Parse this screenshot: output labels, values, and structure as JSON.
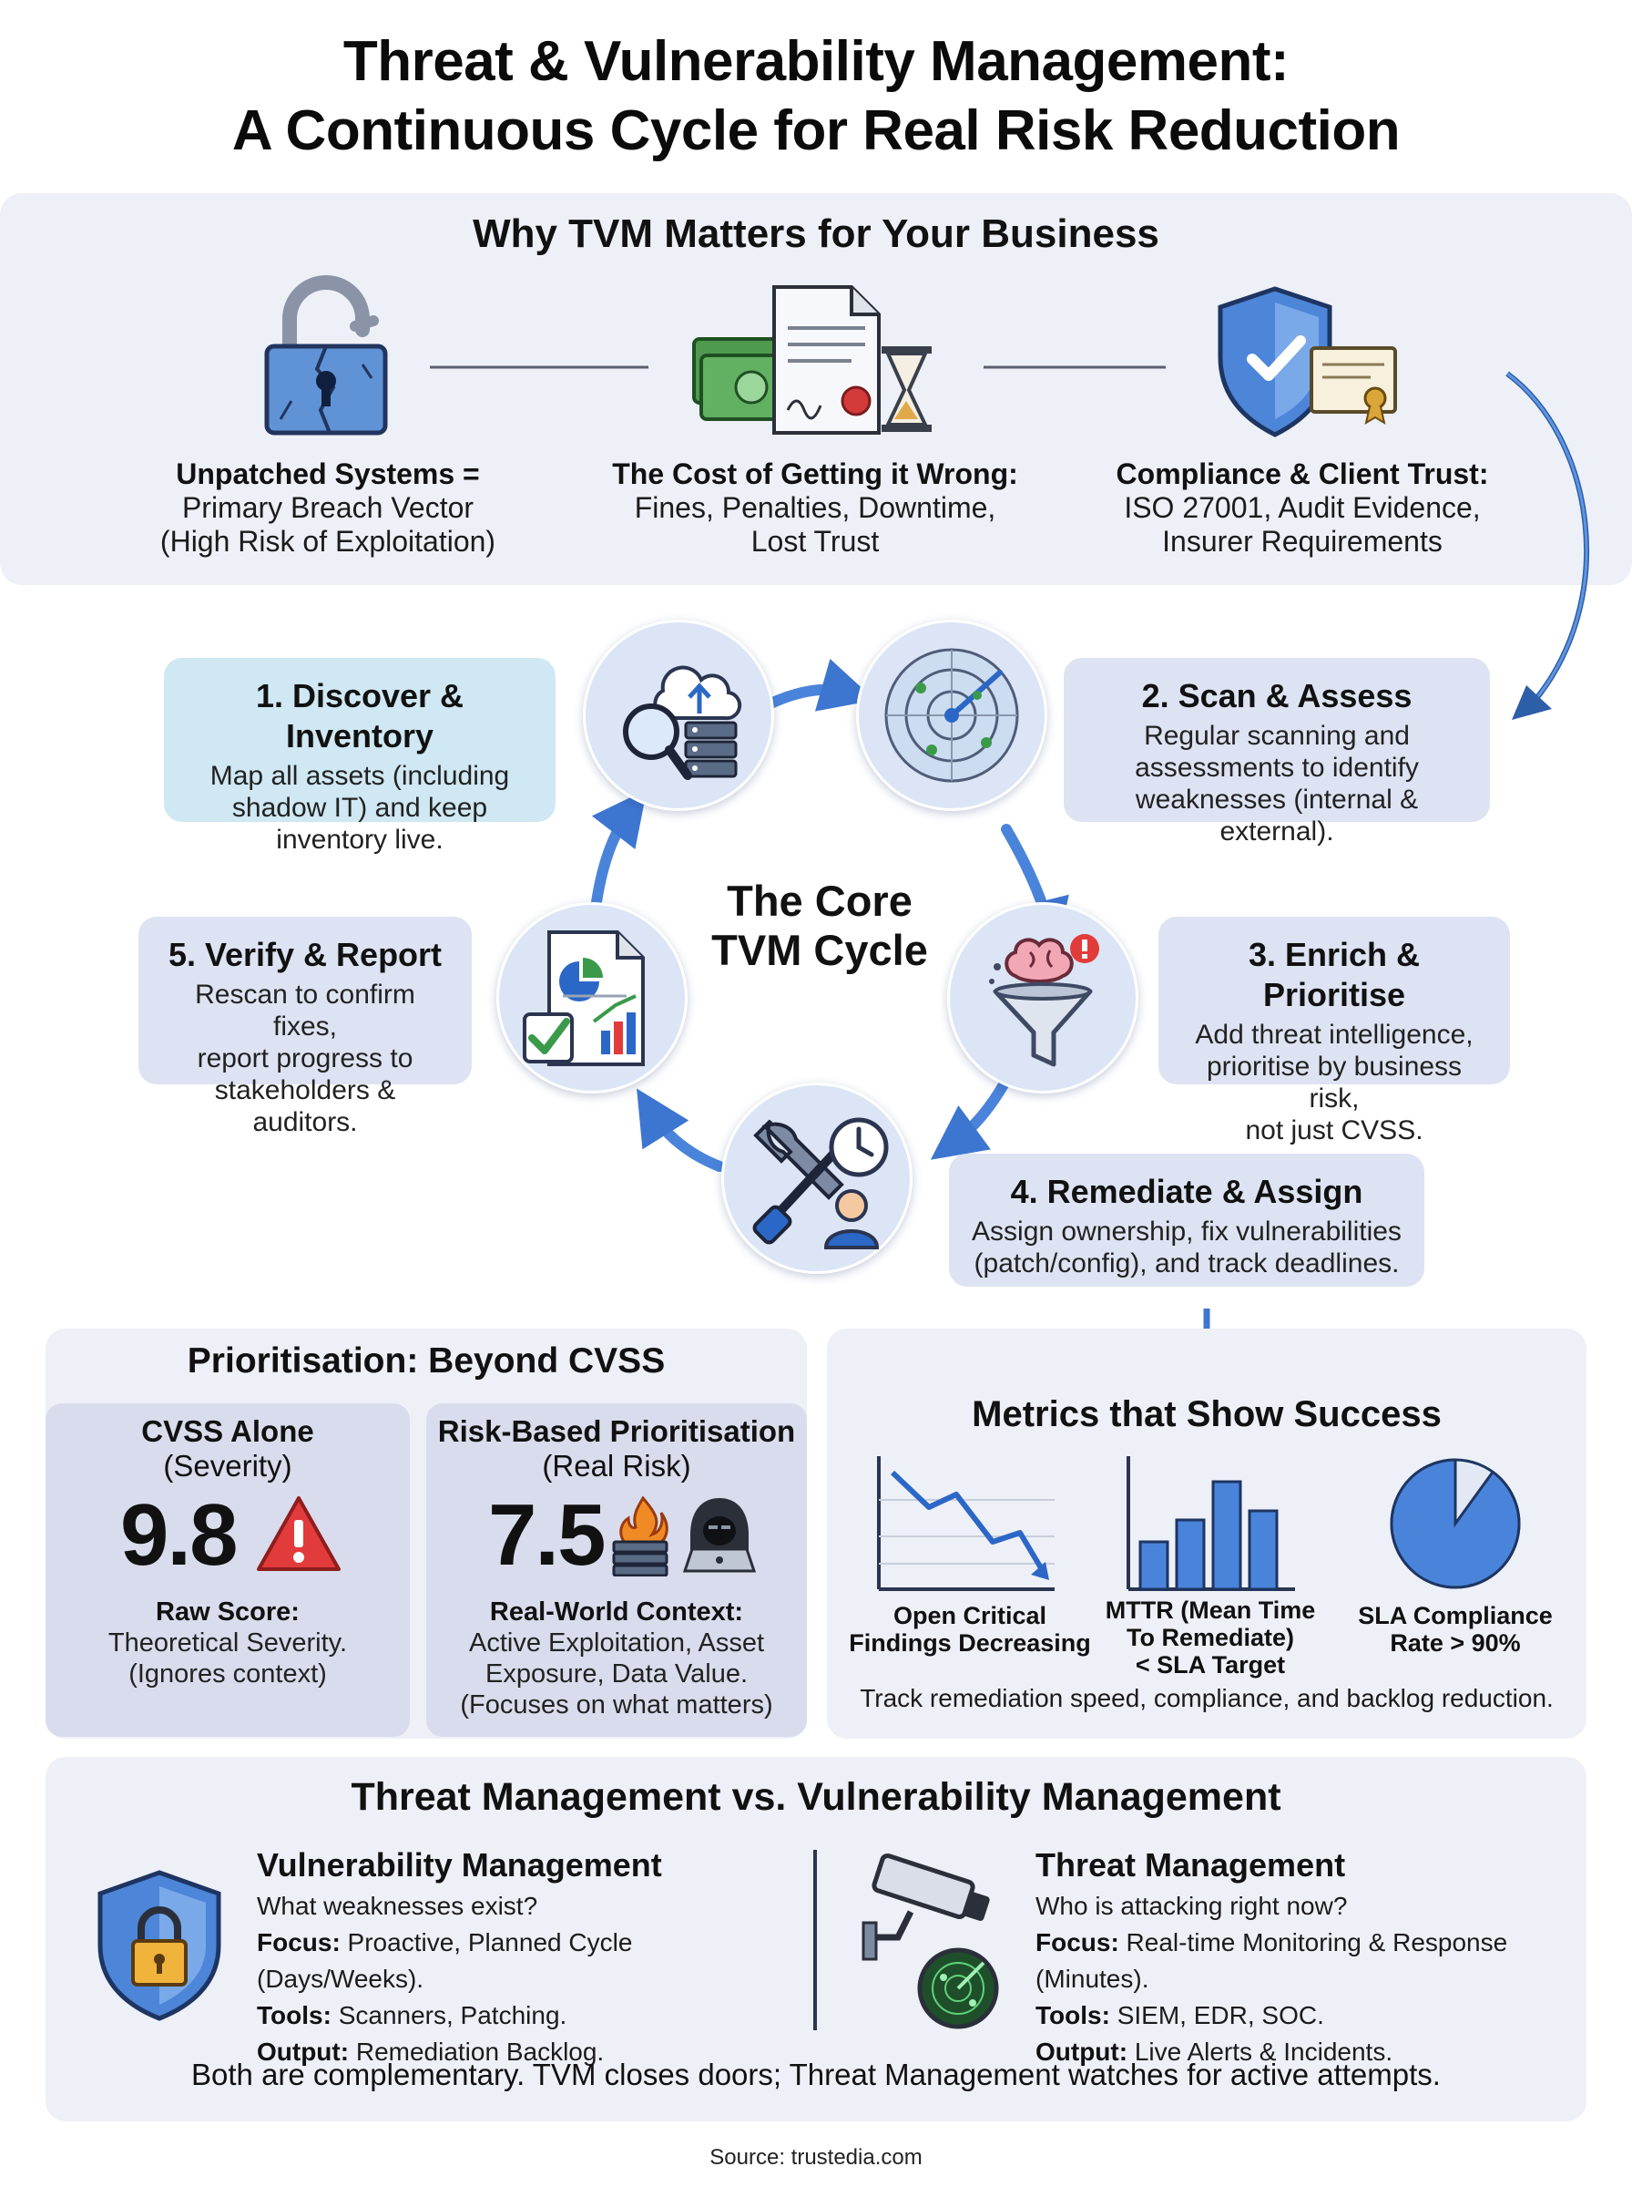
{
  "title": {
    "line1": "Threat & Vulnerability Management:",
    "line2": "A Continuous Cycle for Real Risk Reduction"
  },
  "why": {
    "heading": "Why TVM Matters for Your Business",
    "cards": [
      {
        "title": "Unpatched Systems =",
        "line1": "Primary Breach Vector",
        "line2": "(High Risk of Exploitation)"
      },
      {
        "title": "The Cost of Getting it Wrong:",
        "line1": "Fines, Penalties, Downtime,",
        "line2": "Lost Trust"
      },
      {
        "title": "Compliance & Client Trust:",
        "line1": "ISO 27001, Audit Evidence,",
        "line2": "Insurer Requirements"
      }
    ]
  },
  "cycle": {
    "center_line1": "The Core",
    "center_line2": "TVM Cycle",
    "steps": [
      {
        "title": "1. Discover & Inventory",
        "desc1": "Map all assets (including",
        "desc2": "shadow IT) and keep",
        "desc3": "inventory live."
      },
      {
        "title": "2. Scan & Assess",
        "desc1": "Regular scanning and",
        "desc2": "assessments to identify",
        "desc3": "weaknesses (internal & external)."
      },
      {
        "title": "3. Enrich & Prioritise",
        "desc1": "Add threat intelligence,",
        "desc2": "prioritise by business risk,",
        "desc3": "not just CVSS."
      },
      {
        "title": "4. Remediate & Assign",
        "desc1": "Assign ownership, fix vulnerabilities",
        "desc2": "(patch/config), and track deadlines."
      },
      {
        "title": "5. Verify & Report",
        "desc1": "Rescan to confirm fixes,",
        "desc2": "report progress to",
        "desc3": "stakeholders & auditors."
      }
    ]
  },
  "prioritisation": {
    "heading": "Prioritisation: Beyond CVSS",
    "cvss": {
      "title": "CVSS Alone",
      "subtitle": "(Severity)",
      "score": "9.8",
      "label": "Raw Score:",
      "desc1": "Theoretical Severity.",
      "desc2": "(Ignores context)"
    },
    "risk": {
      "title": "Risk-Based Prioritisation",
      "subtitle": "(Real Risk)",
      "score": "7.5",
      "label": "Real-World Context:",
      "desc1": "Active Exploitation, Asset",
      "desc2": "Exposure, Data Value.",
      "desc3": "(Focuses on what matters)"
    }
  },
  "metrics": {
    "heading": "Metrics that Show Success",
    "items": [
      {
        "label1": "Open Critical",
        "label2": "Findings Decreasing"
      },
      {
        "label1": "MTTR (Mean Time",
        "label2": "To Remediate)",
        "label3": "< SLA Target"
      },
      {
        "label1": "SLA Compliance",
        "label2": "Rate > 90%"
      }
    ],
    "footer": "Track remediation speed, compliance, and backlog reduction.",
    "pie_fraction": 0.9
  },
  "comparison": {
    "heading": "Threat Management vs. Vulnerability Management",
    "vm": {
      "title": "Vulnerability Management",
      "question": "What weaknesses exist?",
      "focus_label": "Focus:",
      "focus": " Proactive, Planned Cycle (Days/Weeks).",
      "tools_label": "Tools:",
      "tools": " Scanners, Patching.",
      "output_label": "Output:",
      "output": " Remediation Backlog."
    },
    "tm": {
      "title": "Threat Management",
      "question": "Who is attacking right now?",
      "focus_label": "Focus:",
      "focus": " Real-time Monitoring & Response (Minutes).",
      "tools_label": "Tools:",
      "tools": " SIEM, EDR, SOC.",
      "output_label": "Output:",
      "output": " Live Alerts & Incidents."
    },
    "footer": "Both are complementary. TVM closes doors; Threat Management watches for active attempts."
  },
  "source": "Source: trustedia.com",
  "colors": {
    "accent_blue": "#3f7fdc",
    "panel_bg": "#edf0f7",
    "step_box_teal": "#cfe8f3",
    "step_box_lav": "#dde3f2",
    "warning_red": "#e23b3b"
  }
}
